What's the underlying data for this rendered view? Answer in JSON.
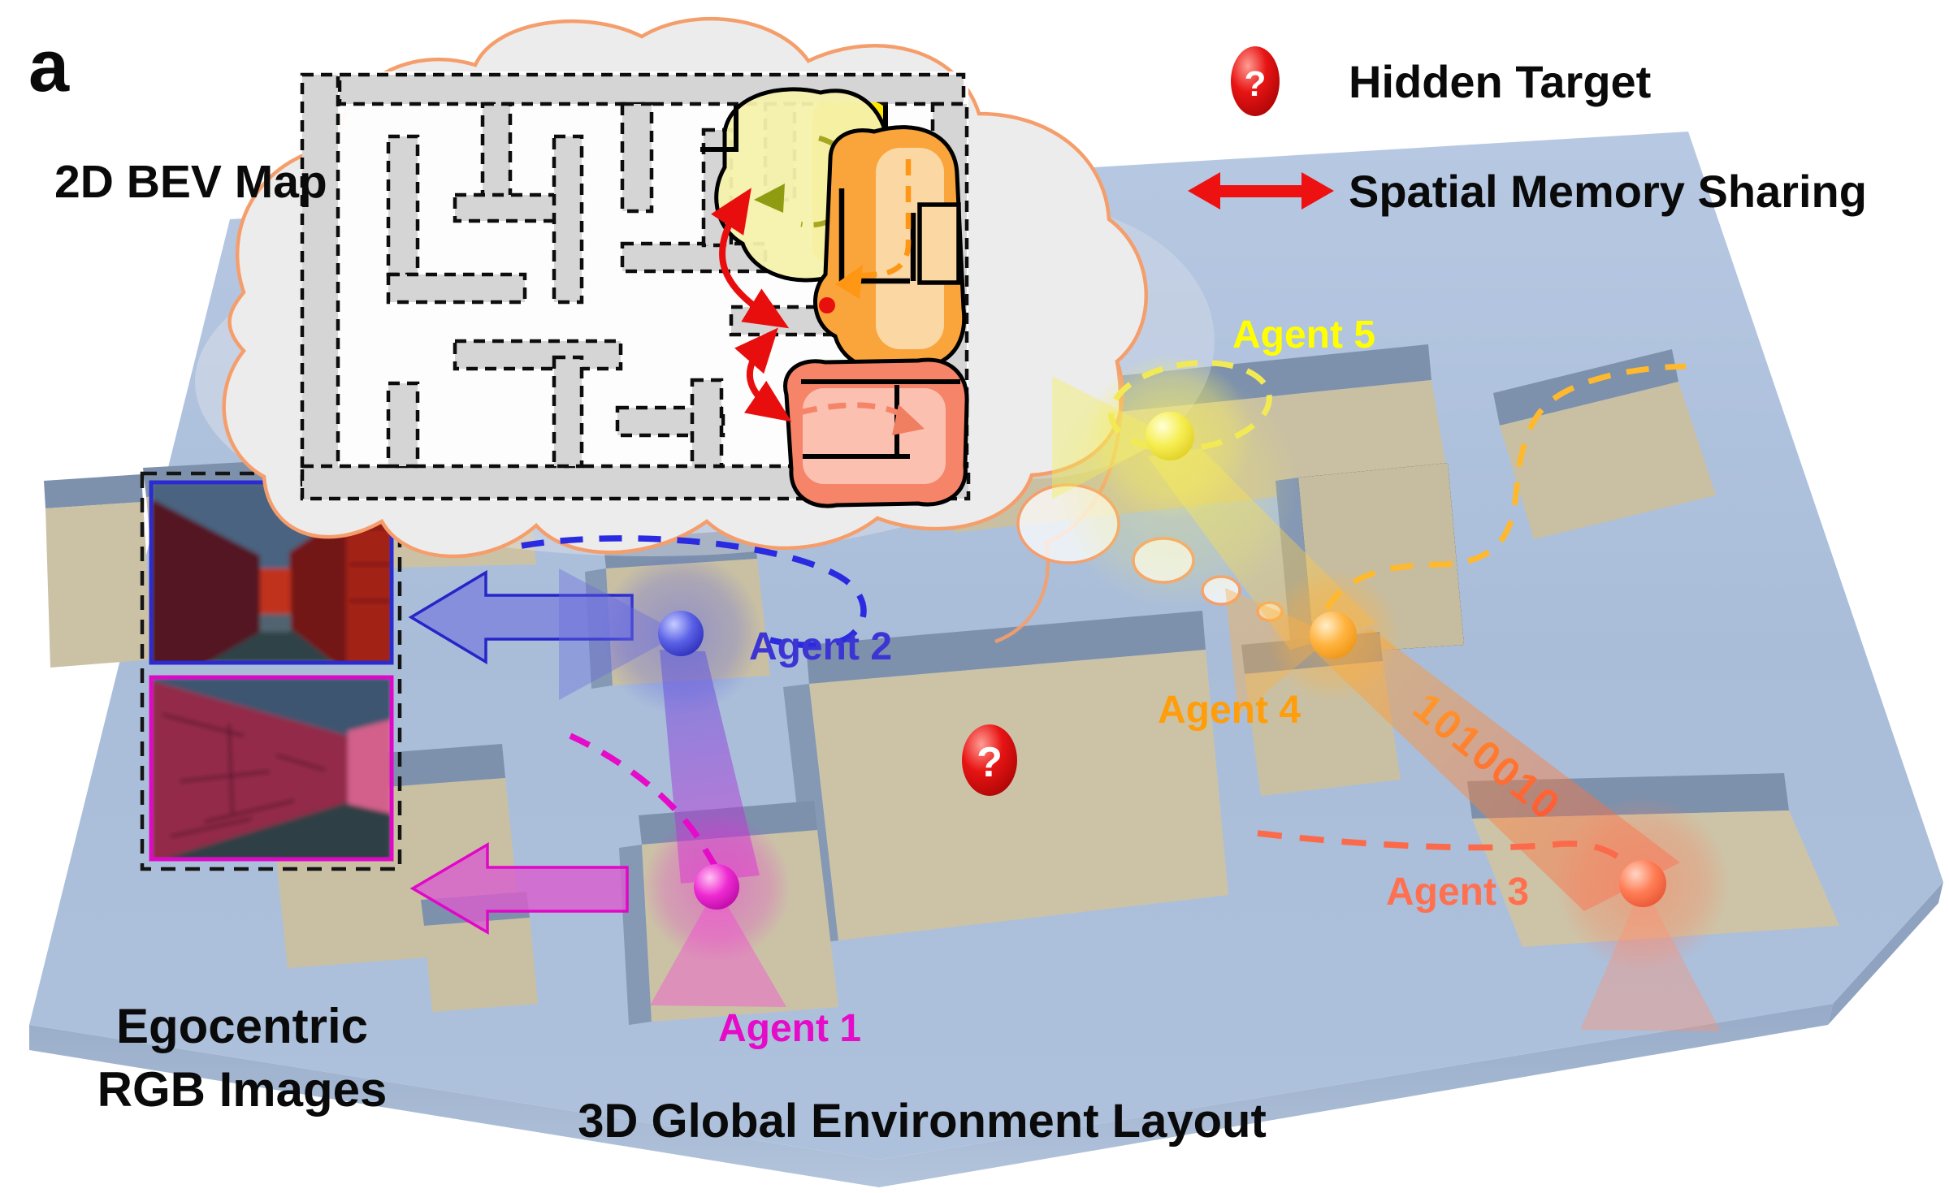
{
  "panel": {
    "label": "a"
  },
  "bev_map": {
    "title": "2D BEV Map"
  },
  "legend": {
    "items": [
      {
        "label": "Hidden Target",
        "icon": "question-ball-icon",
        "symbol": "?",
        "color": "#dd1111"
      },
      {
        "label": "Spatial Memory Sharing",
        "icon": "red-double-arrow-icon",
        "color": "#ee1111"
      }
    ]
  },
  "agents": [
    {
      "label": "Agent 1",
      "color": "#e50bc8"
    },
    {
      "label": "Agent 2",
      "color": "#3c35d4"
    },
    {
      "label": "Agent 3",
      "color": "#ff7051"
    },
    {
      "label": "Agent 4",
      "color": "#ff9d0a"
    },
    {
      "label": "Agent 5",
      "color": "#ffff00"
    }
  ],
  "hidden_target": {
    "symbol": "?"
  },
  "communication": {
    "binary_string": "1010010"
  },
  "egocentric_panel": {
    "caption_line1": "Egocentric",
    "caption_line2": "RGB Images",
    "views": [
      {
        "agent": "Agent 2",
        "border_color": "#2b2bcf"
      },
      {
        "agent": "Agent 1",
        "border_color": "#e008c8"
      }
    ]
  },
  "captions": {
    "environment": "3D Global Environment Layout"
  }
}
